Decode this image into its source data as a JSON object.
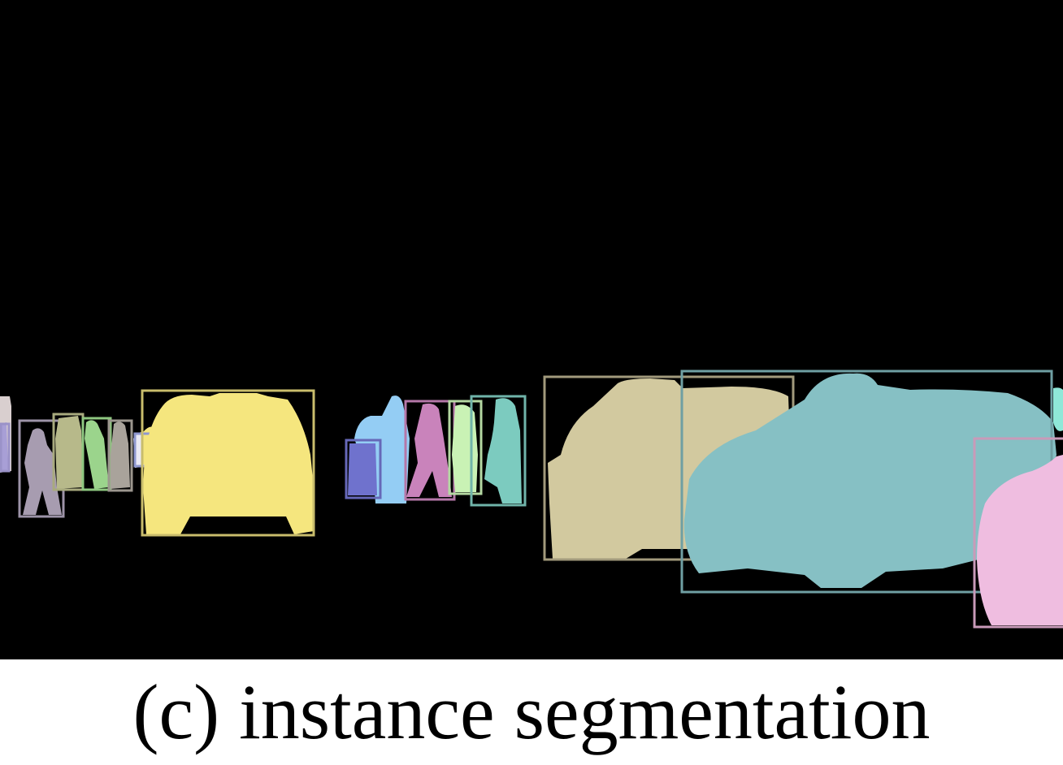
{
  "caption": "(c) instance segmentation",
  "colors": {
    "background": "#000000",
    "page": "#ffffff",
    "caption_text": "#000000"
  },
  "instances": [
    {
      "name": "edge-object-left",
      "color": "#d9cfcf",
      "box_color": "#d0c8c8"
    },
    {
      "name": "small-object-left",
      "color": "#a89fd6",
      "box_color": "#9a92c8"
    },
    {
      "name": "pedestrian",
      "color": "#a79cb0",
      "box_color": "#9d93a8"
    },
    {
      "name": "pedestrian",
      "color": "#b7b98a",
      "box_color": "#a8aa7e"
    },
    {
      "name": "pedestrian",
      "color": "#9bd48c",
      "box_color": "#8ec780"
    },
    {
      "name": "pedestrian",
      "color": "#a9a39b",
      "box_color": "#9c968e"
    },
    {
      "name": "small-object",
      "color": "#9aa3e0",
      "box_color": "#8f98d0"
    },
    {
      "name": "car",
      "color": "#f5e67e",
      "box_color": "#c9bd6c"
    },
    {
      "name": "person",
      "color": "#94cdf4",
      "box_color": "#86bde2"
    },
    {
      "name": "person",
      "color": "#6f72cd",
      "box_color": "#6668b8"
    },
    {
      "name": "pedestrian",
      "color": "#c983bb",
      "box_color": "#b577a8"
    },
    {
      "name": "pedestrian",
      "color": "#c9f2b5",
      "box_color": "#b4d8a2"
    },
    {
      "name": "person",
      "color": "#7ccbbf",
      "box_color": "#70b4aa"
    },
    {
      "name": "car",
      "color": "#d2c99f",
      "box_color": "#a29a7c"
    },
    {
      "name": "car",
      "color": "#86c0c4",
      "box_color": "#6f9fa3"
    },
    {
      "name": "edge-object-right",
      "color": "#8fe8d8",
      "box_color": "#7fd0c2"
    },
    {
      "name": "car-right",
      "color": "#efbde0",
      "box_color": "#c99ab9"
    }
  ]
}
